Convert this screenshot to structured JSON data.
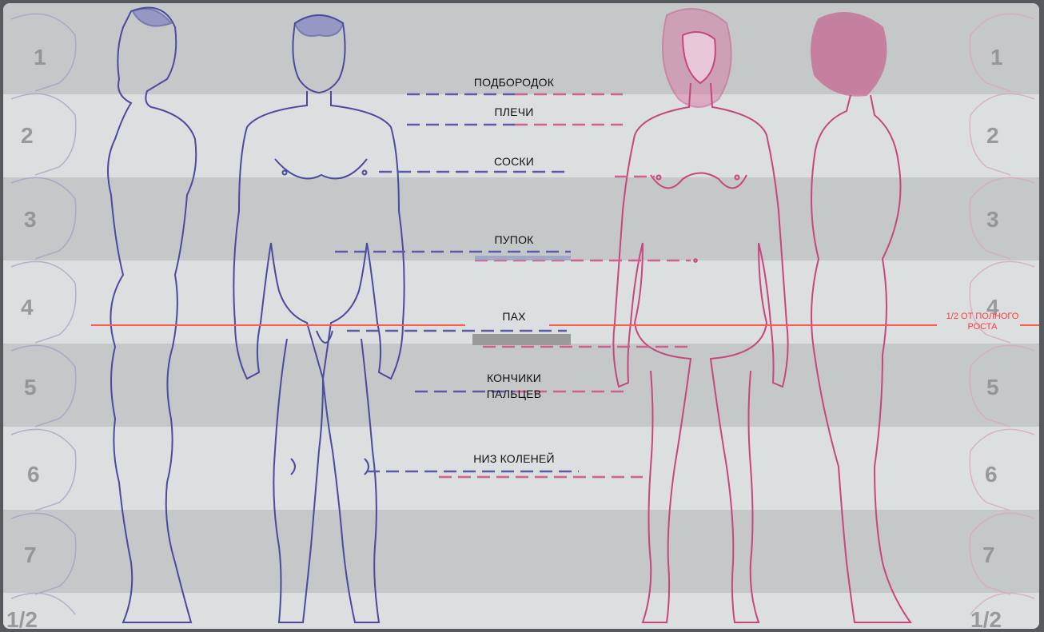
{
  "head_units": [
    "1",
    "2",
    "3",
    "4",
    "5",
    "6",
    "7",
    "1/2"
  ],
  "labels": {
    "chin": "ПОДБОРОДОК",
    "shoulders": "ПЛЕЧИ",
    "nipples": "СОСКИ",
    "navel": "ПУПОК",
    "groin": "ПАХ",
    "fingertips_1": "КОНЧИКИ",
    "fingertips_2": "ПАЛЬЦЕВ",
    "knees": "НИЗ КОЛЕНЕЙ"
  },
  "half_height": {
    "line1": "1/2 ОТ ПОЛНОГО",
    "line2": "РОСТА"
  },
  "colors": {
    "male": "#4a4a9e",
    "female": "#c8467e",
    "half_line": "#ff5a4a",
    "band_dark": "#c3c7c7",
    "band_light": "#dcdfdf"
  }
}
